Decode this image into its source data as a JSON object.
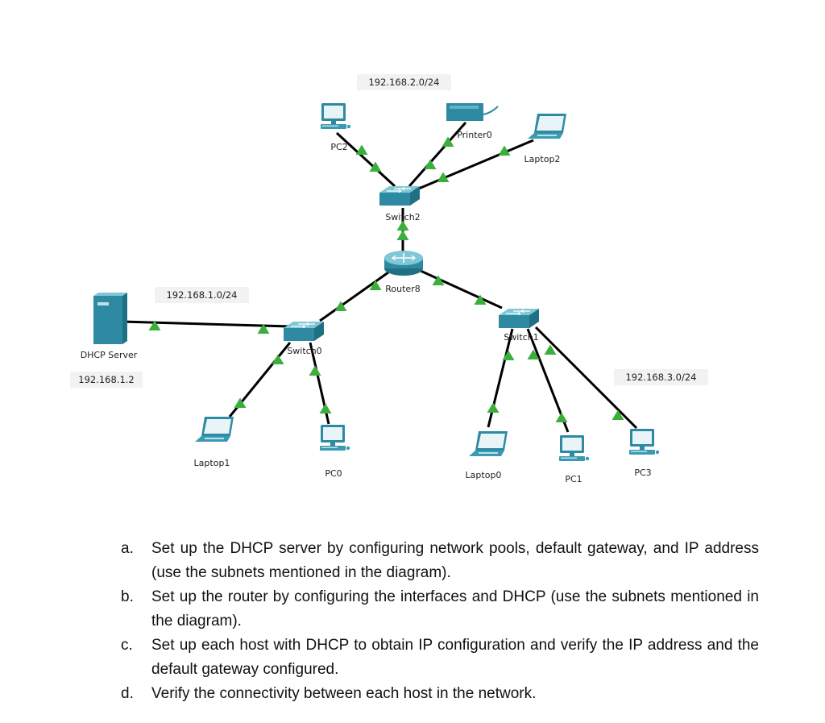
{
  "diagram": {
    "subnets": {
      "net2": "192.168.2.0/24",
      "net1": "192.168.1.0/24",
      "net3": "192.168.3.0/24"
    },
    "devices": {
      "pc2": "PC2",
      "printer0": "Printer0",
      "laptop2": "Laptop2",
      "switch2": "Switch2",
      "router8": "Router8",
      "switch0": "Switch0",
      "switch1": "Switch1",
      "dhcp_server": "DHCP Server",
      "dhcp_ip": "192.168.1.2",
      "laptop1": "Laptop1",
      "pc0": "PC0",
      "laptop0": "Laptop0",
      "pc1": "PC1",
      "pc3": "PC3"
    },
    "colors": {
      "device": "#2e8aa3",
      "device_light": "#5fb3c7",
      "link": "#000000",
      "link_up": "#3cae3c"
    }
  },
  "tasks": [
    {
      "mark": "a.",
      "text": "Set up the DHCP server by configuring network pools, default gateway, and IP address (use the subnets mentioned in the diagram)."
    },
    {
      "mark": "b.",
      "text": "Set up the router by configuring the interfaces and DHCP (use the subnets mentioned in the diagram)."
    },
    {
      "mark": "c.",
      "text": "Set up each host with DHCP to obtain IP configuration and verify the IP address and the default gateway configured."
    },
    {
      "mark": "d.",
      "text": "Verify the connectivity between each host in the network."
    }
  ]
}
